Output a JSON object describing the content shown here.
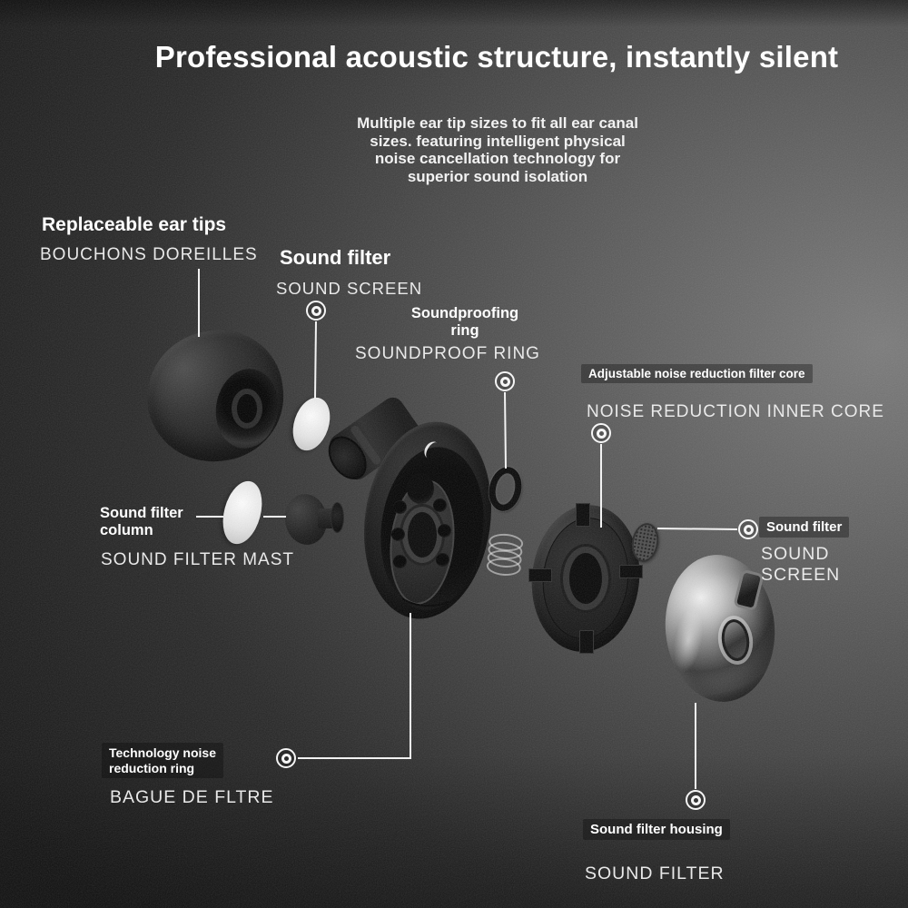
{
  "header": {
    "title": "Professional acoustic structure, instantly silent",
    "subtitle": "Multiple ear tip sizes to fit all ear canal\nsizes. featuring intelligent physical\nnoise cancellation technology for\nsuperior sound isolation"
  },
  "callouts": {
    "ear_tips": {
      "title": "Replaceable ear tips",
      "subtitle": "BOUCHONS DOREILLES"
    },
    "sound_filter_top": {
      "title": "Sound filter",
      "subtitle": "SOUND SCREEN"
    },
    "soundproofing_ring": {
      "title": "Soundproofing\nring",
      "subtitle": "SOUNDPROOF RING"
    },
    "noise_reduction_core": {
      "title": "Adjustable noise reduction filter core",
      "subtitle": "NOISE REDUCTION INNER CORE"
    },
    "sound_filter_column": {
      "title": "Sound filter\ncolumn",
      "subtitle": "SOUND FILTER MAST"
    },
    "sound_filter_right": {
      "title": "Sound filter",
      "subtitle": "SOUND SCREEN"
    },
    "noise_reduction_ring": {
      "title": "Technology noise\nreduction ring",
      "subtitle": "BAGUE DE FLTRE"
    },
    "sound_filter_housing": {
      "title": "Sound filter housing",
      "subtitle": "SOUND FILTER"
    }
  },
  "parts": {
    "ear_tip": "silicone-ear-tip",
    "filter_disc_upper": "white-filter-disc",
    "filter_disc_lower": "white-filter-disc",
    "filter_mast": "filter-mast-pin",
    "earbud_body": "earbud-housing-body",
    "o_ring": "soundproof-o-ring",
    "spring": "metal-spring",
    "core_disc": "noise-reduction-core-disc",
    "mesh_disc": "mesh-filter-screen",
    "housing_shell": "chrome-filter-housing"
  },
  "colors": {
    "bg_dark": "#141414",
    "bg_light": "#7a7a7a",
    "title_text": "#ffffff",
    "label_text": "#ffffff",
    "sublabel_text": "#e9e9e9",
    "leader_line": "#f2f2f2",
    "chip_bg": "rgba(8,8,8,0.34)"
  }
}
